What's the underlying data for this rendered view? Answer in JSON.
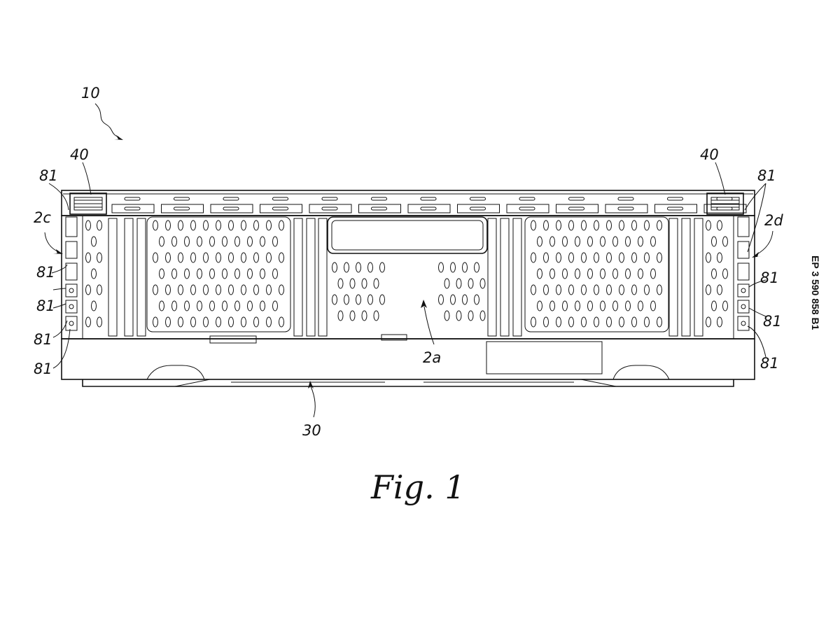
{
  "figure": {
    "caption": "Fig. 1",
    "publication_number": "EP 3 590 858 B1",
    "references": {
      "assembly": "10",
      "corner_left": "40",
      "corner_right": "40",
      "side_left": "2c",
      "side_right": "2d",
      "front_wall": "2a",
      "base": "30",
      "element_81": "81"
    }
  }
}
